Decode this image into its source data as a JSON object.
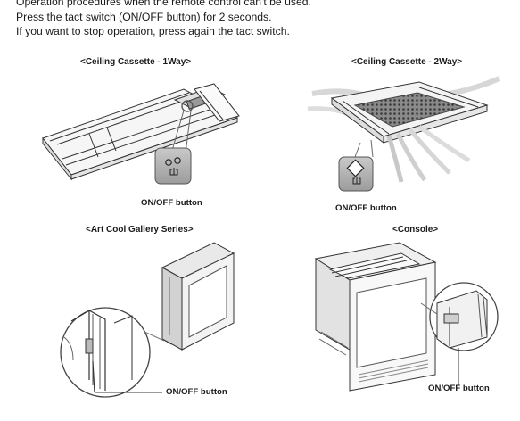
{
  "intro": {
    "line1": "Operation procedures when the remote control can't be used.",
    "line2": "Press the tact switch (ON/OFF button) for 2 seconds.",
    "line3": "If you want to stop operation, press again the tact switch."
  },
  "panels": [
    {
      "caption": "<Ceiling Cassette - 1Way>",
      "button_label": "ON/OFF button"
    },
    {
      "caption": "<Ceiling Cassette - 2Way>",
      "button_label": "ON/OFF button"
    },
    {
      "caption": "<Art Cool Gallery Series>",
      "button_label": "ON/OFF button"
    },
    {
      "caption": "<Console>",
      "button_label": "ON/OFF button"
    }
  ]
}
